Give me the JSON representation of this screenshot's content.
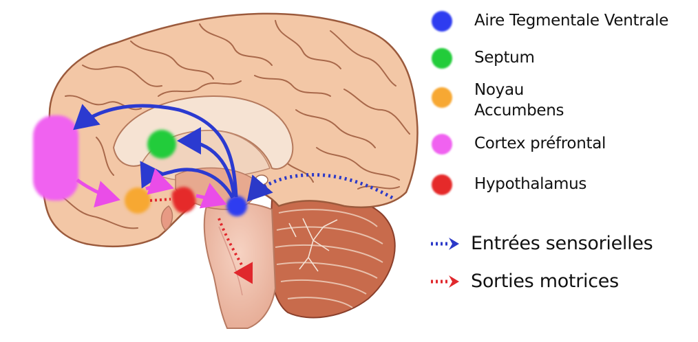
{
  "legend": {
    "regions": [
      {
        "id": "vta",
        "label": "Aire Tegmentale Ventrale",
        "color": "#2e3cf0",
        "icon": "blue-dot-icon"
      },
      {
        "id": "septum",
        "label": "Septum",
        "color": "#22cc3a",
        "icon": "green-dot-icon"
      },
      {
        "id": "accumbens",
        "label": "Noyau\nAccumbens",
        "color": "#f7a833",
        "icon": "orange-dot-icon"
      },
      {
        "id": "pfc",
        "label": "Cortex préfrontal",
        "color": "#f062f0",
        "icon": "magenta-dot-icon"
      },
      {
        "id": "hypothalamus",
        "label": "Hypothalamus",
        "color": "#e52a2a",
        "icon": "red-dot-icon"
      }
    ],
    "pathways": [
      {
        "id": "sensory",
        "label": "Entrées sensorielles",
        "color": "#2b39c8",
        "icon": "dotted-blue-arrow-icon"
      },
      {
        "id": "motor",
        "label": "Sorties motrices",
        "color": "#e0282d",
        "icon": "dotted-red-arrow-icon"
      }
    ]
  },
  "colors": {
    "brain_skin": "#f3c7a6",
    "brain_outline": "#9b5a3c",
    "gyrus_line": "#a8684a",
    "cerebellum": "#c86b4c",
    "brainstem": "#efc5b0",
    "projection_blue": "#2b3ad0",
    "projection_magenta": "#ea4de8",
    "motor_red": "#e0282d"
  }
}
